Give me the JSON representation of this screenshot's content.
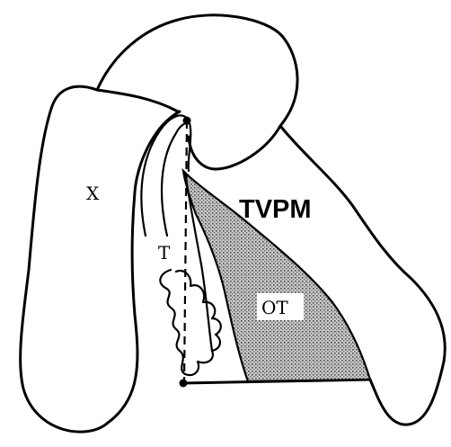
{
  "labels": {
    "x": "X",
    "t": "T",
    "tvpm": "TVPM",
    "ot": "OT"
  },
  "colors": {
    "stroke": "#000000",
    "shading": "#8c8c8c",
    "background": "#ffffff"
  }
}
